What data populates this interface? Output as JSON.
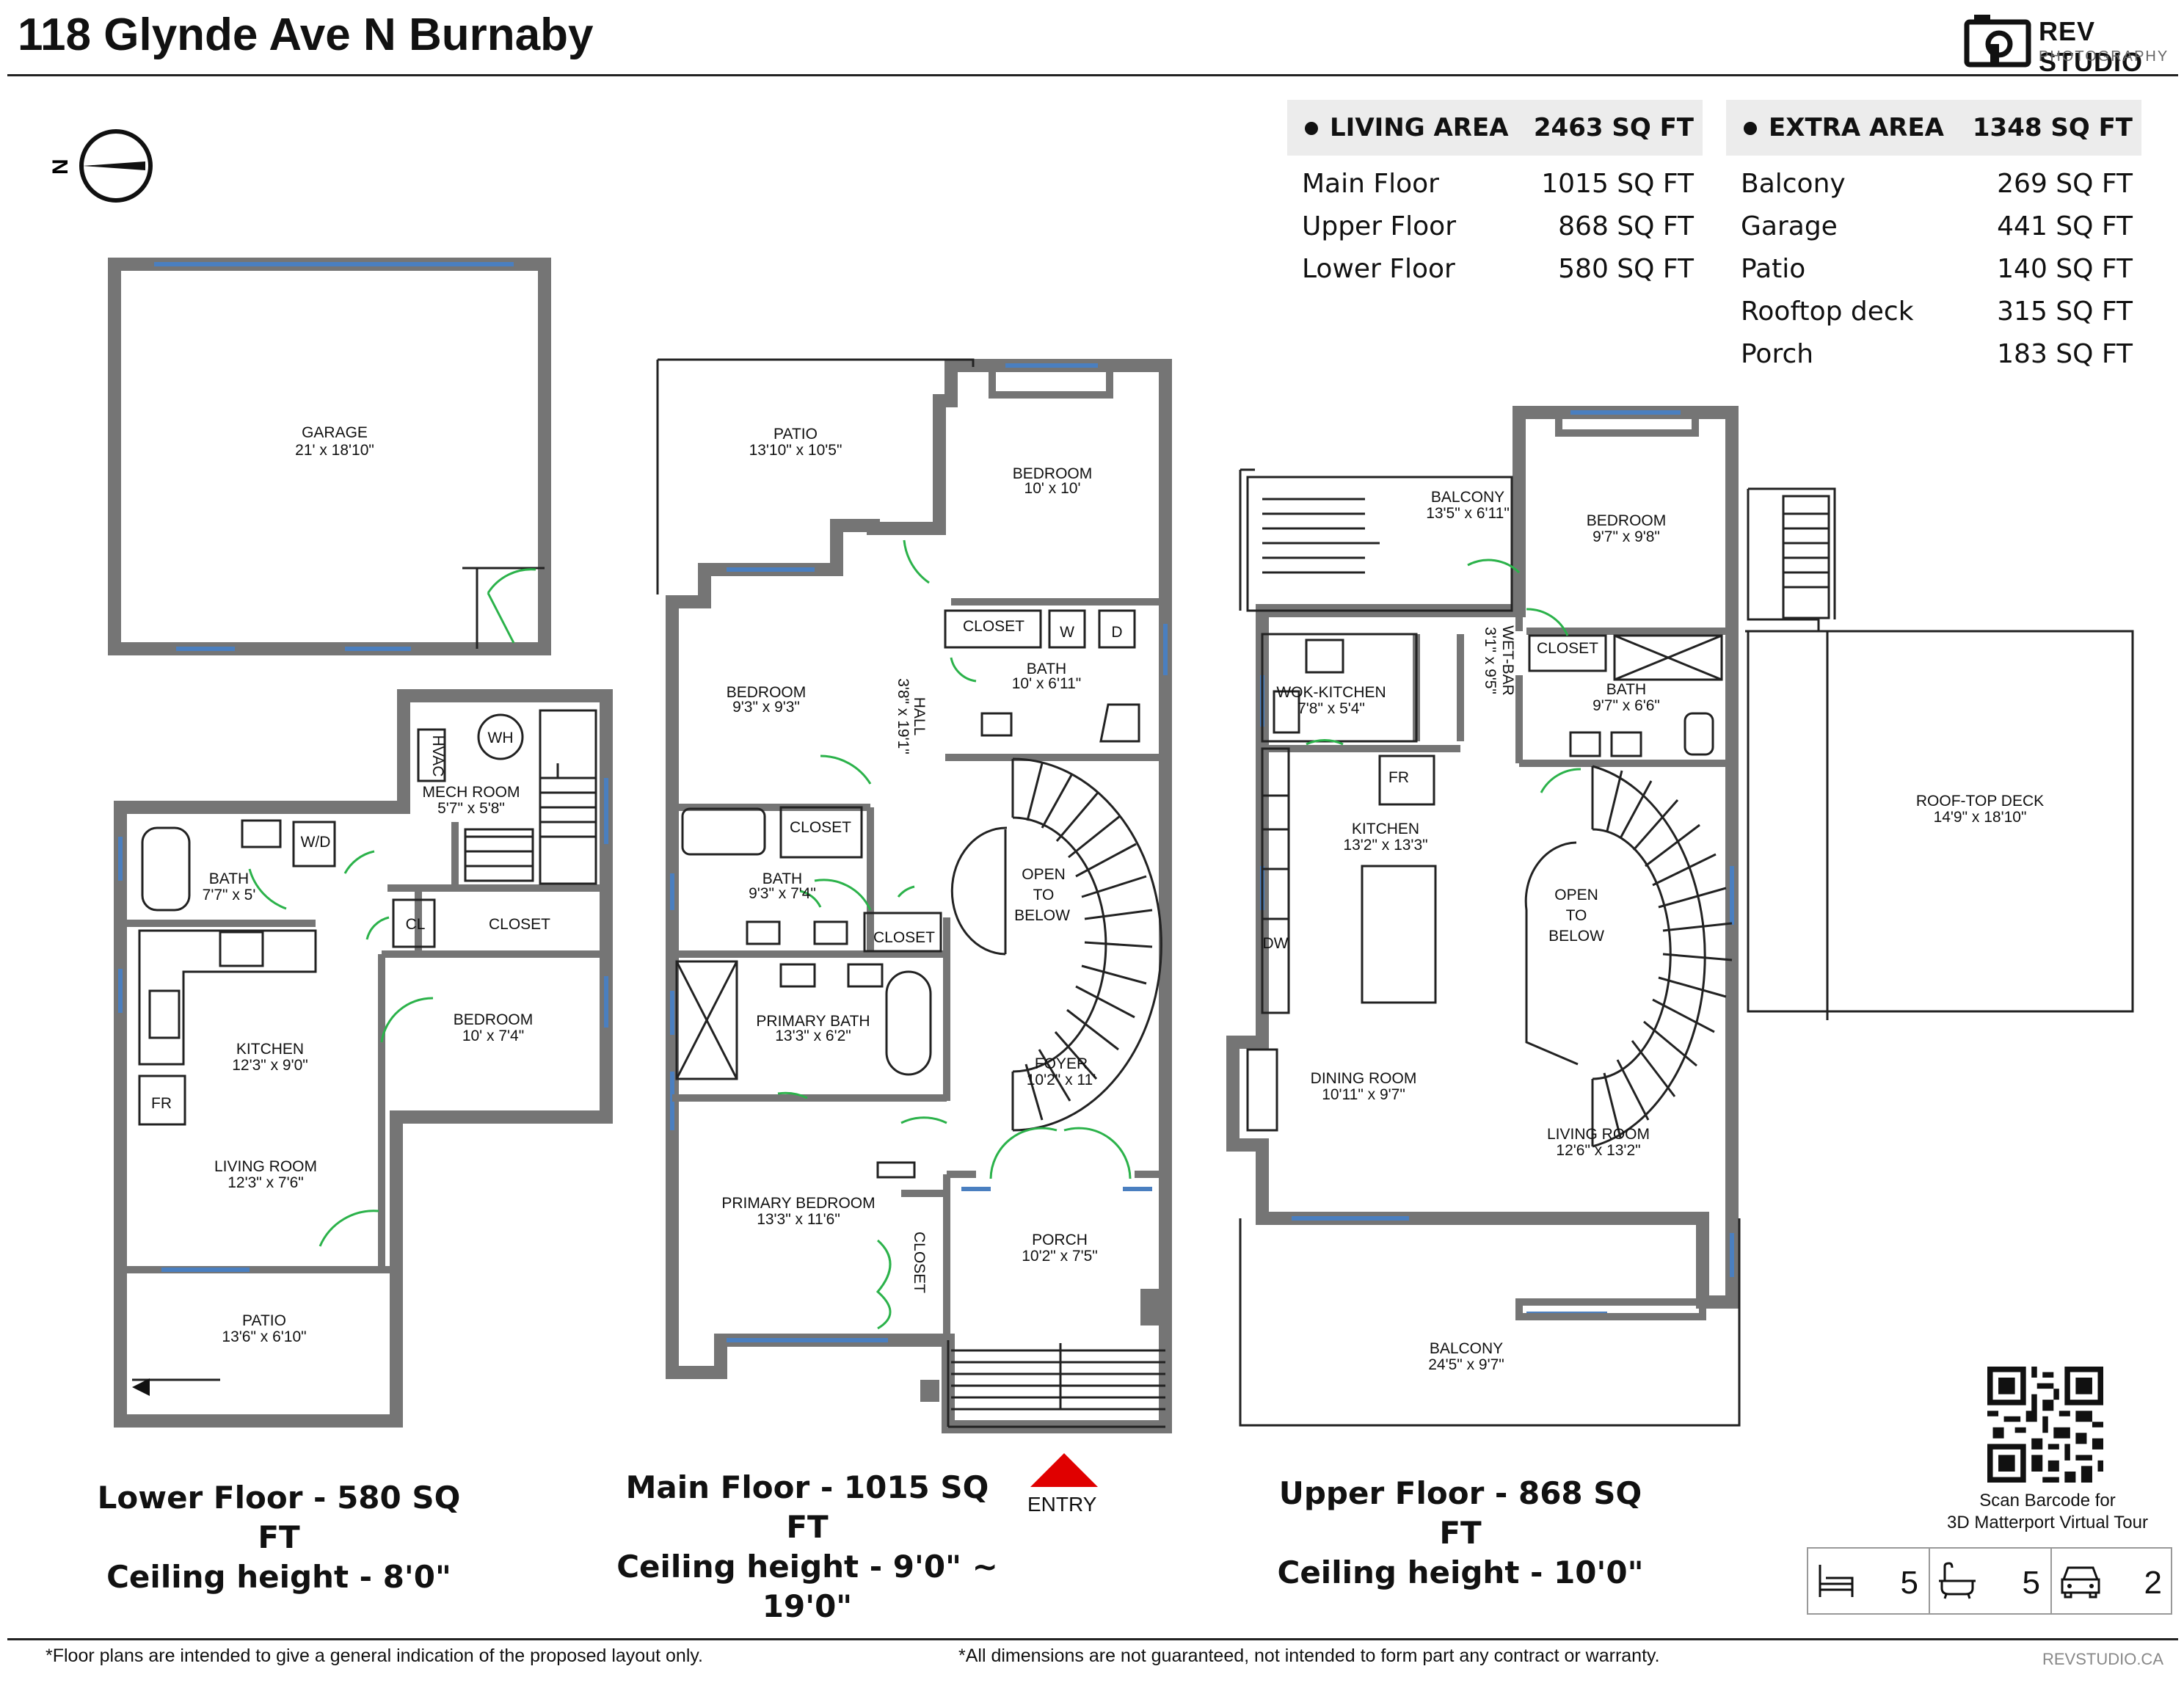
{
  "header": {
    "title": "118 Glynde Ave N Burnaby",
    "logo_line1": "REV STUDIO",
    "logo_line2": "PHOTOGRAPHY"
  },
  "compass_label": "N",
  "living_area": {
    "label": "LIVING AREA",
    "total": "2463 SQ FT",
    "rows": [
      {
        "name": "Main Floor",
        "value": "1015 SQ FT"
      },
      {
        "name": "Upper Floor",
        "value": "868 SQ FT"
      },
      {
        "name": "Lower Floor",
        "value": "580 SQ FT"
      }
    ]
  },
  "extra_area": {
    "label": "EXTRA AREA",
    "total": "1348 SQ FT",
    "rows": [
      {
        "name": "Balcony",
        "value": "269 SQ FT"
      },
      {
        "name": "Garage",
        "value": "441 SQ FT"
      },
      {
        "name": "Patio",
        "value": "140 SQ FT"
      },
      {
        "name": "Rooftop deck",
        "value": "315 SQ FT"
      },
      {
        "name": "Porch",
        "value": "183 SQ FT"
      }
    ]
  },
  "lower_floor": {
    "caption1": "Lower Floor - 580 SQ FT",
    "caption2": "Ceiling height - 8'0\"",
    "rooms": {
      "garage_name": "GARAGE",
      "garage_dim": "21' x 18'10\"",
      "hvac": "HVAC",
      "wh": "WH",
      "mech_name": "MECH ROOM",
      "mech_dim": "5'7\" x 5'8\"",
      "wd": "W/D",
      "bath_name": "BATH",
      "bath_dim": "7'7\" x 5'",
      "cl": "CL",
      "closet": "CLOSET",
      "bedroom_name": "BEDROOM",
      "bedroom_dim": "10' x 7'4\"",
      "kitchen_name": "KITCHEN",
      "kitchen_dim": "12'3\" x 9'0\"",
      "fr": "FR",
      "living_name": "LIVING ROOM",
      "living_dim": "12'3\" x 7'6\"",
      "patio_name": "PATIO",
      "patio_dim": "13'6\" x 6'10\""
    }
  },
  "main_floor": {
    "caption1": "Main Floor - 1015 SQ FT",
    "caption2": "Ceiling height - 9'0\" ~ 19'0\"",
    "entry": "ENTRY",
    "rooms": {
      "patio_name": "PATIO",
      "patio_dim": "13'10\" x 10'5\"",
      "bedroom1_name": "BEDROOM",
      "bedroom1_dim": "10' x 10'",
      "closet1": "CLOSET",
      "w": "W",
      "d": "D",
      "bath1_name": "BATH",
      "bath1_dim": "10' x 6'11\"",
      "bedroom2_name": "BEDROOM",
      "bedroom2_dim": "9'3\" x 9'3\"",
      "hall_name": "HALL",
      "hall_dim": "3'8\" x 19'1\"",
      "closet2": "CLOSET",
      "bath2_name": "BATH",
      "bath2_dim": "9'3\" x 7'4\"",
      "closet3": "CLOSET",
      "open1": "OPEN",
      "open2": "TO",
      "open3": "BELOW",
      "primary_bath_name": "PRIMARY BATH",
      "primary_bath_dim": "13'3\" x 6'2\"",
      "foyer_name": "FOYER",
      "foyer_dim": "10'2\" x 11'",
      "primary_bed_name": "PRIMARY BEDROOM",
      "primary_bed_dim": "13'3\" x 11'6\"",
      "closet4": "CLOSET",
      "porch_name": "PORCH",
      "porch_dim": "10'2\" x 7'5\""
    }
  },
  "upper_floor": {
    "caption1": "Upper Floor - 868 SQ FT",
    "caption2": "Ceiling height - 10'0\"",
    "rooms": {
      "balcony1_name": "BALCONY",
      "balcony1_dim": "13'5\" x 6'11\"",
      "bedroom_name": "BEDROOM",
      "bedroom_dim": "9'7\" x 9'8\"",
      "wetbar_name": "WET-BAR",
      "wetbar_dim": "3'1\" x 9'5\"",
      "closet": "CLOSET",
      "wok_name": "WOK-KITCHEN",
      "wok_dim": "7'8\" x 5'4\"",
      "bath_name": "BATH",
      "bath_dim": "9'7\" x 6'6\"",
      "fr": "FR",
      "kitchen_name": "KITCHEN",
      "kitchen_dim": "13'2\" x 13'3\"",
      "open1": "OPEN",
      "open2": "TO",
      "open3": "BELOW",
      "dw": "DW",
      "dining_name": "DINING ROOM",
      "dining_dim": "10'11\" x 9'7\"",
      "living_name": "LIVING ROOM",
      "living_dim": "12'6\" x 13'2\"",
      "balcony2_name": "BALCONY",
      "balcony2_dim": "24'5\" x 9'7\"",
      "deck_name": "ROOF-TOP DECK",
      "deck_dim": "14'9\" x 18'10\""
    }
  },
  "qr_caption1": "Scan Barcode for",
  "qr_caption2": "3D Matterport Virtual Tour",
  "stats": {
    "beds": "5",
    "baths": "5",
    "garage": "2",
    "bed_icon": "bed-icon",
    "bath_icon": "bathtub-icon",
    "car_icon": "car-icon"
  },
  "footer": {
    "note_left": "*Floor plans are intended to give a general indication of the proposed layout only.",
    "note_right": "*All dimensions are not guaranteed, not intended to form part any contract or warranty.",
    "brand": "REVSTUDIO.CA"
  },
  "colors": {
    "wall": "#757575",
    "window": "#4a7fc0",
    "door": "#2bb24a",
    "entry_arrow": "#e00000"
  }
}
